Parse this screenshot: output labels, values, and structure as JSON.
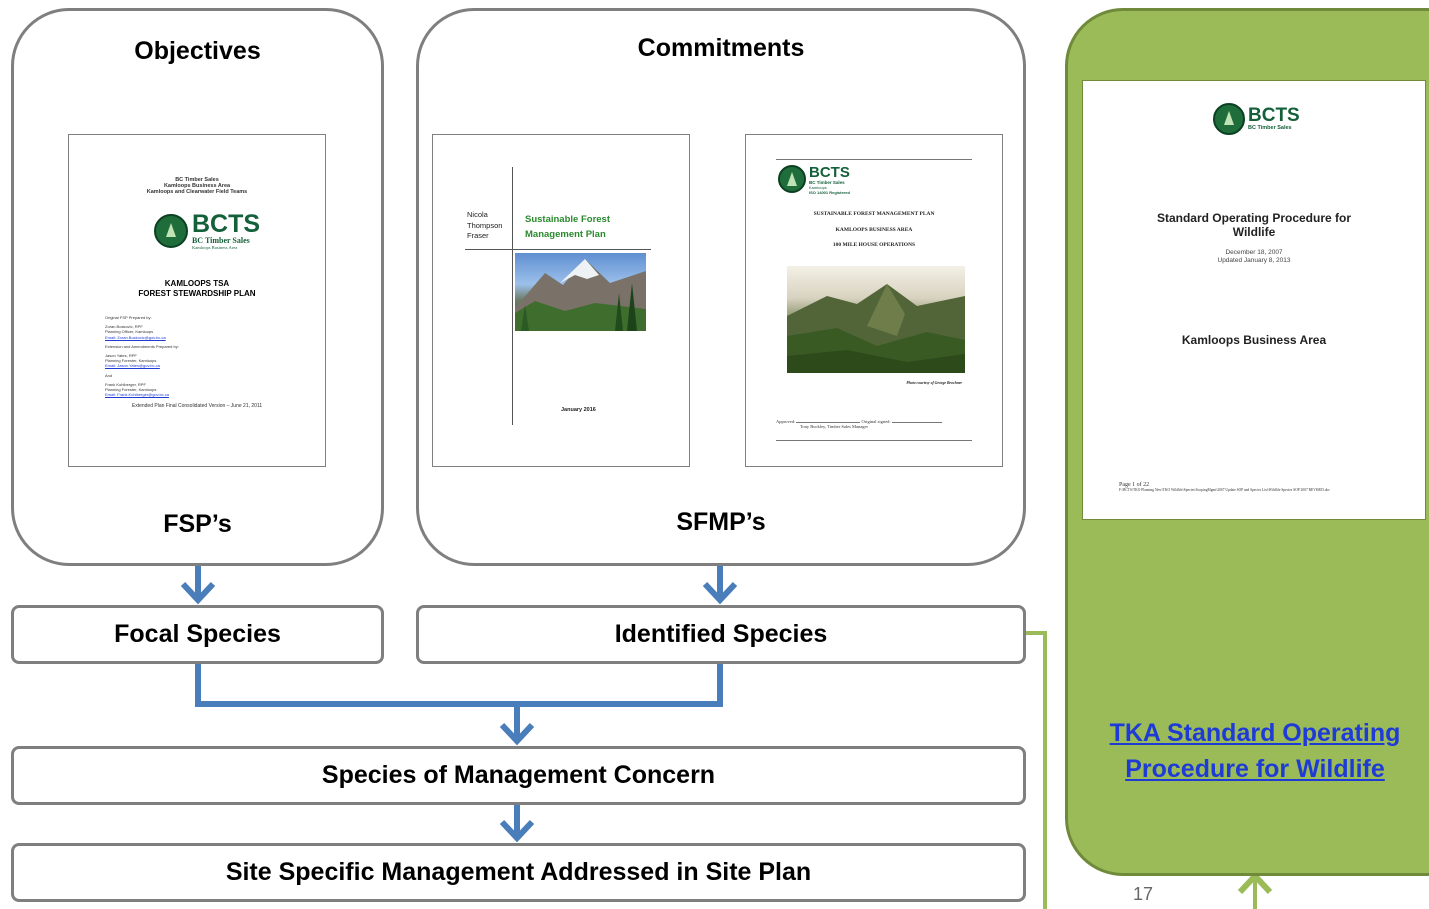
{
  "objectives_panel": {
    "title": "Objectives",
    "bottom_label": "FSP’s",
    "doc": {
      "header_line1": "BC Timber Sales",
      "header_line2": "Kamloops Business Area",
      "header_line3": "Kamloops and Clearwater Field Teams",
      "logo_text": "BCTS",
      "logo_sub": "BC Timber Sales",
      "logo_sub2": "Kamloops Business Area",
      "title_line1": "KAMLOOPS TSA",
      "title_line2": "FOREST STEWARDSHIP PLAN",
      "body_lines": [
        "Original FSP Prepared by:",
        "Zoran Boskovic, RPF",
        "Planning Officer, Kamloops",
        "Email: Zoran.Boskovic@gov.bc.ca",
        "Extension and Amendments Prepared by:",
        "Jason Yates, RPF",
        "Planning Forester, Kamloops",
        "Email: Jason.Yates@gov.bc.ca",
        "And",
        "Frank Kohlberger, RPF",
        "Planning Forester, Kamloops",
        "Email: Frank.Kohlberger@gov.bc.ca"
      ],
      "footer": "Extended Plan Final Consolidated Version – June 21, 2011"
    }
  },
  "commitments_panel": {
    "title": "Commitments",
    "bottom_label": "SFMP’s",
    "doc1": {
      "side_names": [
        "Nicola",
        "Thompson",
        "Fraser"
      ],
      "title_line1": "Sustainable Forest",
      "title_line2": "Management Plan",
      "date": "January 2016"
    },
    "doc2": {
      "logo_text": "BCTS",
      "logo_sub1": "BC Timber Sales",
      "logo_sub2": "Kamloops",
      "logo_sub3": "ISO 14001 Registered",
      "line1": "SUSTAINABLE FOREST MANAGEMENT PLAN",
      "line2": "KAMLOOPS BUSINESS AREA",
      "line3": "100 MILE HOUSE OPERATIONS",
      "photo_credit": "Photo courtesy of George Brochner",
      "approved": "Approved:",
      "original_signed": "Original signed:",
      "signer": "Tony Buckley, Timber Sales Manager"
    }
  },
  "boxes": {
    "focal_species": "Focal Species",
    "identified_species": "Identified Species",
    "species_management": "Species of Management Concern",
    "site_specific": "Site Specific Management Addressed in Site Plan"
  },
  "sop_panel": {
    "doc": {
      "logo_text": "BCTS",
      "logo_sub": "BC Timber Sales",
      "title_line1": "Standard Operating Procedure for",
      "title_line2": "Wildlife",
      "date1": "December 18, 2007",
      "date2": "Updated January 8, 2013",
      "area": "Kamloops Business Area",
      "page": "Page 1 of 22",
      "path": "F:\\BCTS\\TKO Planning New\\TKO Wildlife\\Species\\ScopingMgmt\\2007 Update SOP and Species List\\Wildlife Species SOP 2007 REVISED.doc"
    },
    "link_line1": "TKA Standard Operating",
    "link_line2": "Procedure for Wildlife"
  },
  "slide_number": "17",
  "colors": {
    "arrow_blue": "#4a7ebb",
    "panel_border": "#7f7f7f",
    "green_panel": "#9bbb59",
    "green_arrow": "#9bbb59",
    "link": "#1f3bd6"
  }
}
